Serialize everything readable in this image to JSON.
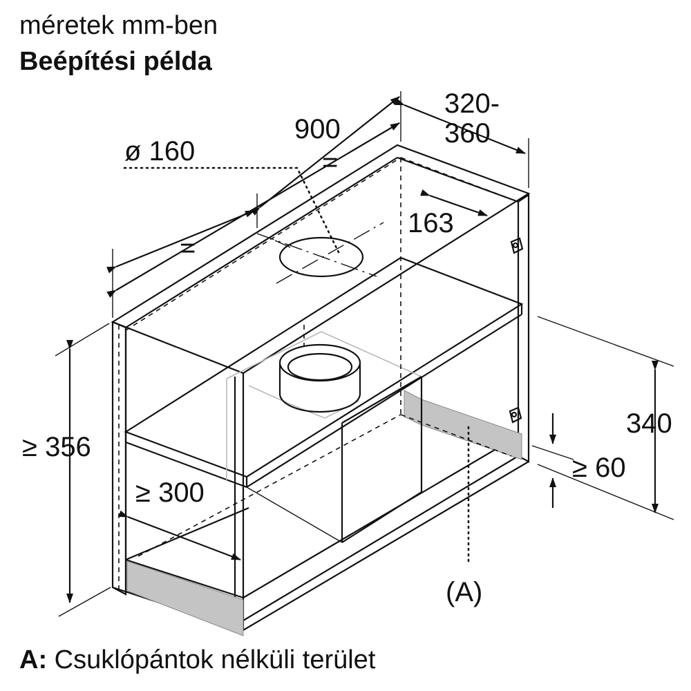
{
  "header": {
    "units": "méretek mm-ben",
    "title": "Beépítési példa"
  },
  "dimensions": {
    "width": "900",
    "depth_line1": "320-",
    "depth_line2": "360",
    "duct_diameter": "ø 160",
    "centre_equal": "=",
    "duct_offset": "163",
    "min_height": "≥ 356",
    "min_depth": "≥ 300",
    "shelf_height": "340",
    "min_gap": "≥ 60",
    "area_marker": "(A)"
  },
  "legend": {
    "key": "A:",
    "text": "Csuklópántok nélküli terület"
  },
  "colors": {
    "line": "#111111",
    "hatch": "#c4c4c4",
    "ghost": "#b8b8b8"
  }
}
